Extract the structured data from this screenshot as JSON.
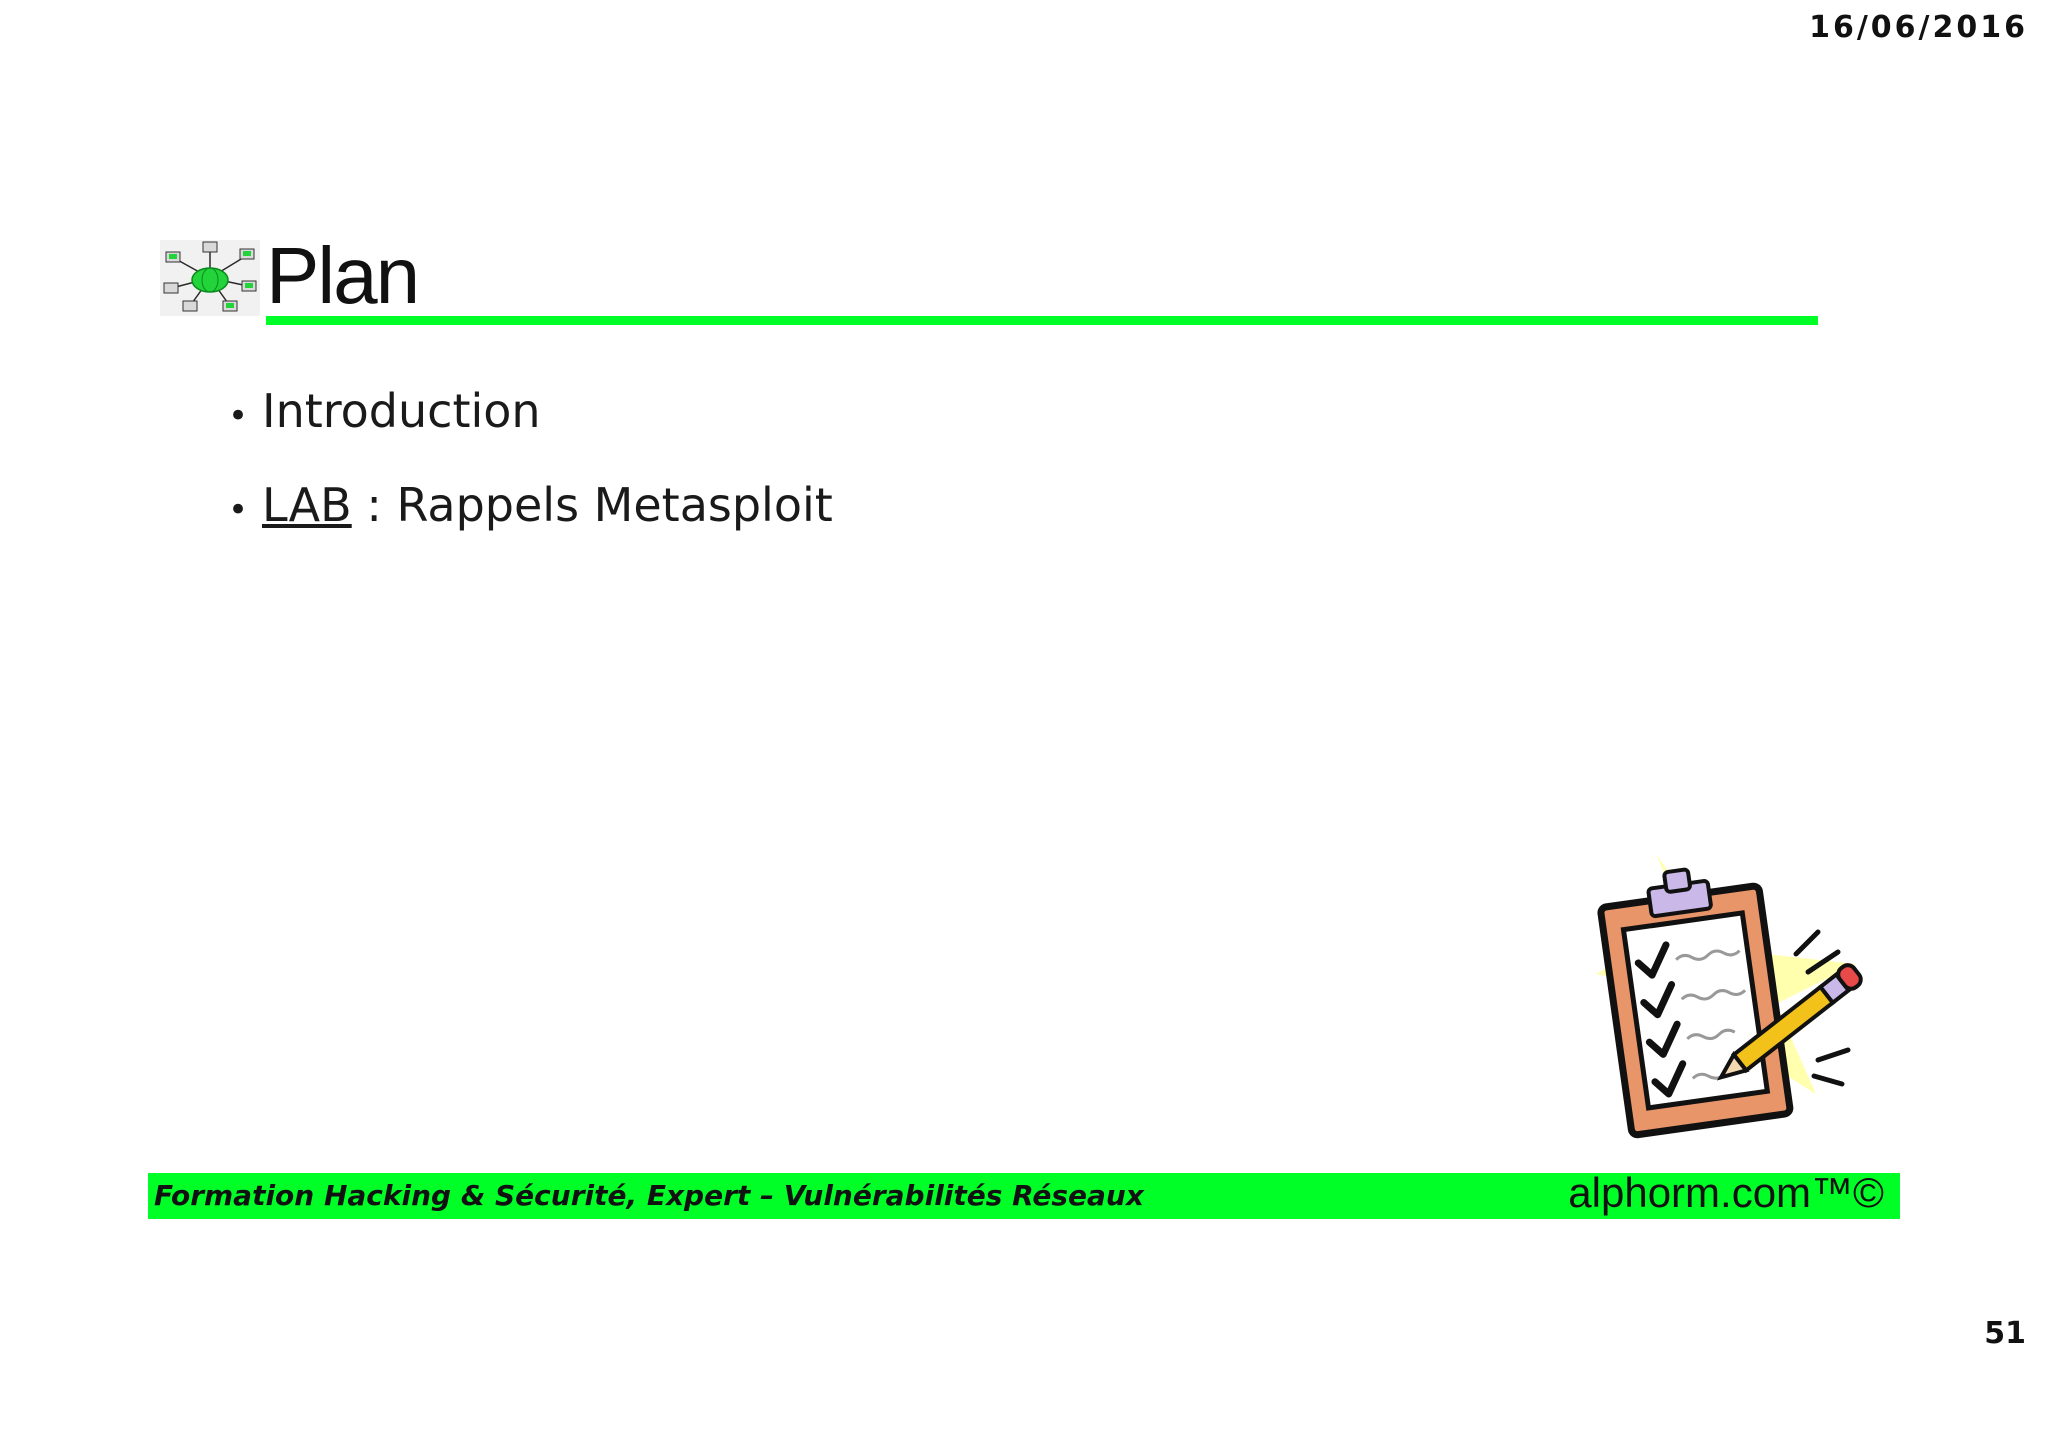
{
  "header": {
    "date": "16/06/2016"
  },
  "slide": {
    "title": "Plan",
    "bullets": [
      {
        "text": "Introduction"
      },
      {
        "underlined": "LAB",
        "text": " : Rappels Metasploit"
      }
    ]
  },
  "footer": {
    "course": "Formation Hacking & Sécurité, Expert – Vulnérabilités Réseaux",
    "brand": "alphorm.com™©"
  },
  "page_number": "51",
  "colors": {
    "accent": "#00ff26",
    "text": "#111111"
  },
  "icons": [
    "network-globe-icon",
    "clipboard-checklist-icon"
  ]
}
